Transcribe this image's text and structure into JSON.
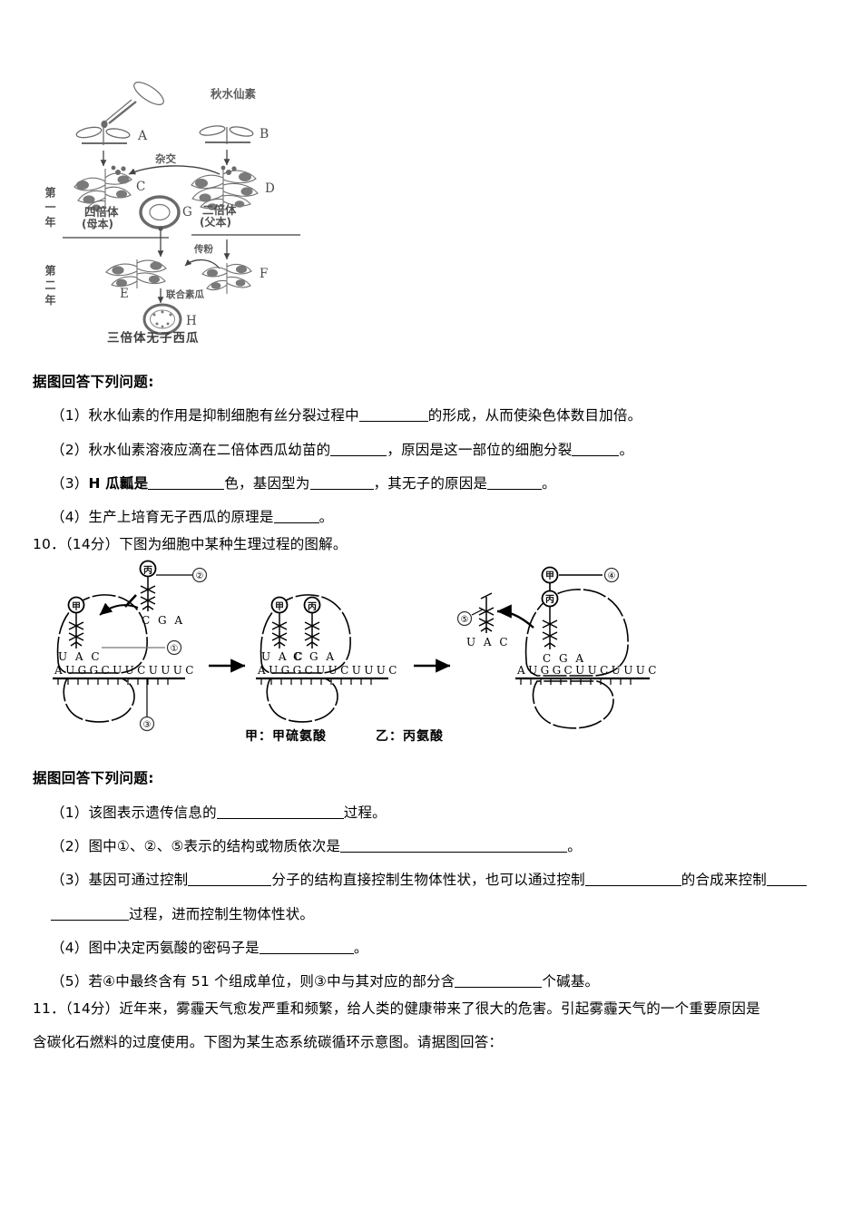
{
  "figure1": {
    "name": "triploid-seedless-watermelon-breeding-diagram",
    "top_label": "秋水仙素",
    "cross_label": "杂交",
    "year1_label": "第 一 年",
    "year2_label": "第 二 年",
    "seedling_a": "A",
    "seedling_b": "B",
    "plant_c": "C",
    "plant_d": "D",
    "seed_g": "G",
    "plant_e": "E",
    "plant_f": "F",
    "fruit_h": "H",
    "tetraploid_label": "四倍体",
    "tetraploid_sub": "(母本)",
    "diploid_label": "二倍体",
    "diploid_sub": "(父本)",
    "pollination_label": "传粉",
    "fruit_process_label": "联合素瓜",
    "bottom_caption": "三倍体无子西瓜"
  },
  "section9": {
    "prompt": "据图回答下列问题:",
    "questions": [
      {
        "num": "（1）",
        "parts": [
          "秋水仙素的作用是抑制细胞有丝分裂过程中",
          "BLANK:76",
          "的形成，从而使染色体数目加倍。"
        ]
      },
      {
        "num": "（2）",
        "parts": [
          "秋水仙素溶液应滴在二倍体西瓜幼苗的",
          "BLANK:62",
          "，原因是这一部位的细胞分裂",
          "BLANK:52",
          "。"
        ]
      },
      {
        "num": "（3）",
        "parts": [
          "H 瓜瓤是",
          "BLANK:84",
          "色，基因型为",
          "BLANK:70",
          "，其无子的原因是",
          "BLANK:60",
          "。"
        ]
      },
      {
        "num": "（4）",
        "parts": [
          "生产上培育无子西瓜的原理是",
          "BLANK:50",
          "。"
        ]
      }
    ]
  },
  "question10": {
    "number": "10．",
    "score": "（14分）",
    "stem": "下图为细胞中某种生理过程的图解。",
    "prompt": "据图回答下列问题:",
    "questions": [
      {
        "num": "（1）",
        "parts": [
          "该图表示遗传信息的",
          "BLANK:140",
          "过程。"
        ]
      },
      {
        "num": "（2）",
        "parts": [
          "图中①、②、⑤表示的结构或物质依次是",
          "BLANK:250",
          "。"
        ]
      },
      {
        "num": "（3）",
        "parts": [
          "基因可通过控制",
          "BLANK:92",
          "分子的结构直接控制生物体性状，也可以通过控制",
          "BLANK:106",
          "的合成来控制",
          "BLANK:44"
        ]
      },
      {
        "num": "",
        "parts": [
          "BLANK:86",
          "过程，进而控制生物体性状。"
        ]
      },
      {
        "num": "（4）",
        "parts": [
          "图中决定丙氨酸的密码子是",
          "BLANK:104",
          "。"
        ]
      },
      {
        "num": "（5）",
        "parts": [
          "若④中最终含有 51 个组成单位，则③中与其对应的部分含",
          "BLANK:96",
          "个碱基。"
        ]
      }
    ]
  },
  "figure2": {
    "name": "translation-ribosome-diagram",
    "panels": [
      {
        "id": "panel-1",
        "mrna": "AUGGCUUCUUUC",
        "bound_trna": [
          {
            "amino_acid": "甲",
            "anticodon": "UAC"
          }
        ],
        "incoming_trna": {
          "amino_acid": "丙",
          "anticodon": "CGA"
        },
        "callouts": [
          {
            "label": "①",
            "points_to": "ribosome"
          },
          {
            "label": "②",
            "points_to": "trna"
          },
          {
            "label": "③",
            "points_to": "mrna"
          }
        ]
      },
      {
        "id": "panel-2",
        "mrna": "AUGGCUUCUUUC",
        "bound_trna": [
          {
            "amino_acid": "甲",
            "anticodon": "UAC"
          },
          {
            "amino_acid": "丙",
            "anticodon": "CGA"
          }
        ],
        "callouts": []
      },
      {
        "id": "panel-3",
        "mrna": "AUGGCUUCUUUC",
        "bound_trna": [
          {
            "amino_acid": "丙",
            "anticodon": "CGA"
          }
        ],
        "peptide": [
          "甲",
          "丙"
        ],
        "released_trna": {
          "anticodon": "UAC"
        },
        "callouts": [
          {
            "label": "④",
            "points_to": "peptide"
          },
          {
            "label": "⑤",
            "points_to": "released-trna"
          }
        ]
      }
    ],
    "legend": {
      "item1": "甲：甲硫氨酸",
      "item2": "乙：丙氨酸"
    }
  },
  "question11": {
    "number": "11．",
    "score": "（14分）",
    "line1": "近年来，雾霾天气愈发严重和频繁，给人类的健康带来了很大的危害。引起雾霾天气的一个重要原因是",
    "line2": "含碳化石燃料的过度使用。下图为某生态系统碳循环示意图。请据图回答：",
    "bold_terms": [
      "雾霾",
      "雾霾"
    ]
  },
  "colors": {
    "ink": "#000000",
    "figure_gray": "#6f6f6f",
    "paper": "#ffffff"
  }
}
